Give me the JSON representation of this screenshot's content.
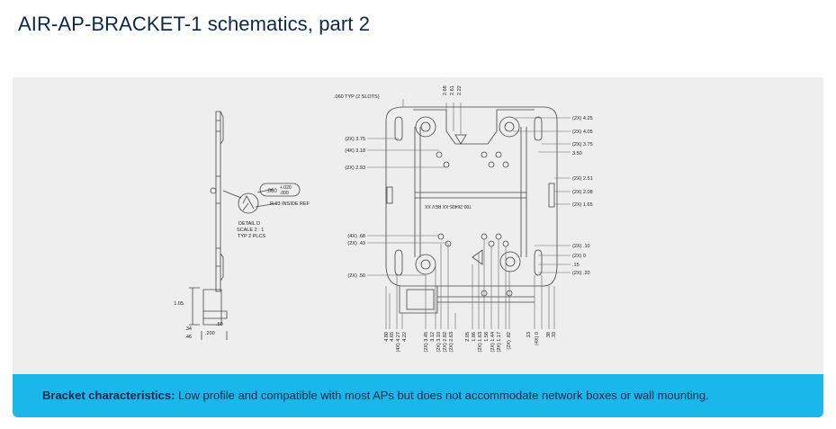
{
  "page": {
    "title": "AIR-AP-BRACKET-1 schematics, part 2"
  },
  "drawing": {
    "top_note": ".060 TYP (2 SLOTS)",
    "top_dims": [
      "2.68",
      "2.61",
      "2.22"
    ],
    "left_dims": [
      "(2X) 3.75",
      "(4X) 3.18",
      "(2X) 2.93",
      "(4X) .68",
      "(2X) .43",
      "(2X) .50"
    ],
    "right_dims": [
      "(2X) 4.25",
      "(2X) 4.05",
      "(2X) 3.75",
      "3.50",
      "(2X) 2.51",
      "(2X) 2.08",
      "(2X) 1.65",
      "(2X) .10",
      "(2X) 0",
      ".15",
      "(2X) .20"
    ],
    "bottom_dims": [
      "4.80",
      "4.65",
      "(4X) 4.27",
      "4.22",
      "(2X) 3.45",
      "3.12",
      "(2X) 3.10",
      "(2X) 2.82",
      "(2X) 2.63",
      "2.05",
      "1.86",
      "(2X) 1.63",
      "1.58",
      "(2X) 1.44",
      "(2X) 1.17",
      "(2X) .82",
      ".13",
      "(4X) 0",
      ".38",
      ".33"
    ],
    "part_text": "700-26405-XX REV XX",
    "tolerance_nominal": ".060",
    "tolerance_plus": "+.020",
    "tolerance_minus": ".000",
    "radius_note": "R.03 INSIDE REF",
    "detail_title": "DETAIL D",
    "detail_scale": "SCALE 2 : 1",
    "detail_typ": "TYP 2 PLCS",
    "side_dims": [
      "1.05",
      ".34",
      ".46",
      ".50",
      ".200"
    ]
  },
  "caption": {
    "label": "Bracket characteristics:",
    "text": " Low profile and compatible with most APs but does not accommodate network boxes or wall mounting."
  }
}
